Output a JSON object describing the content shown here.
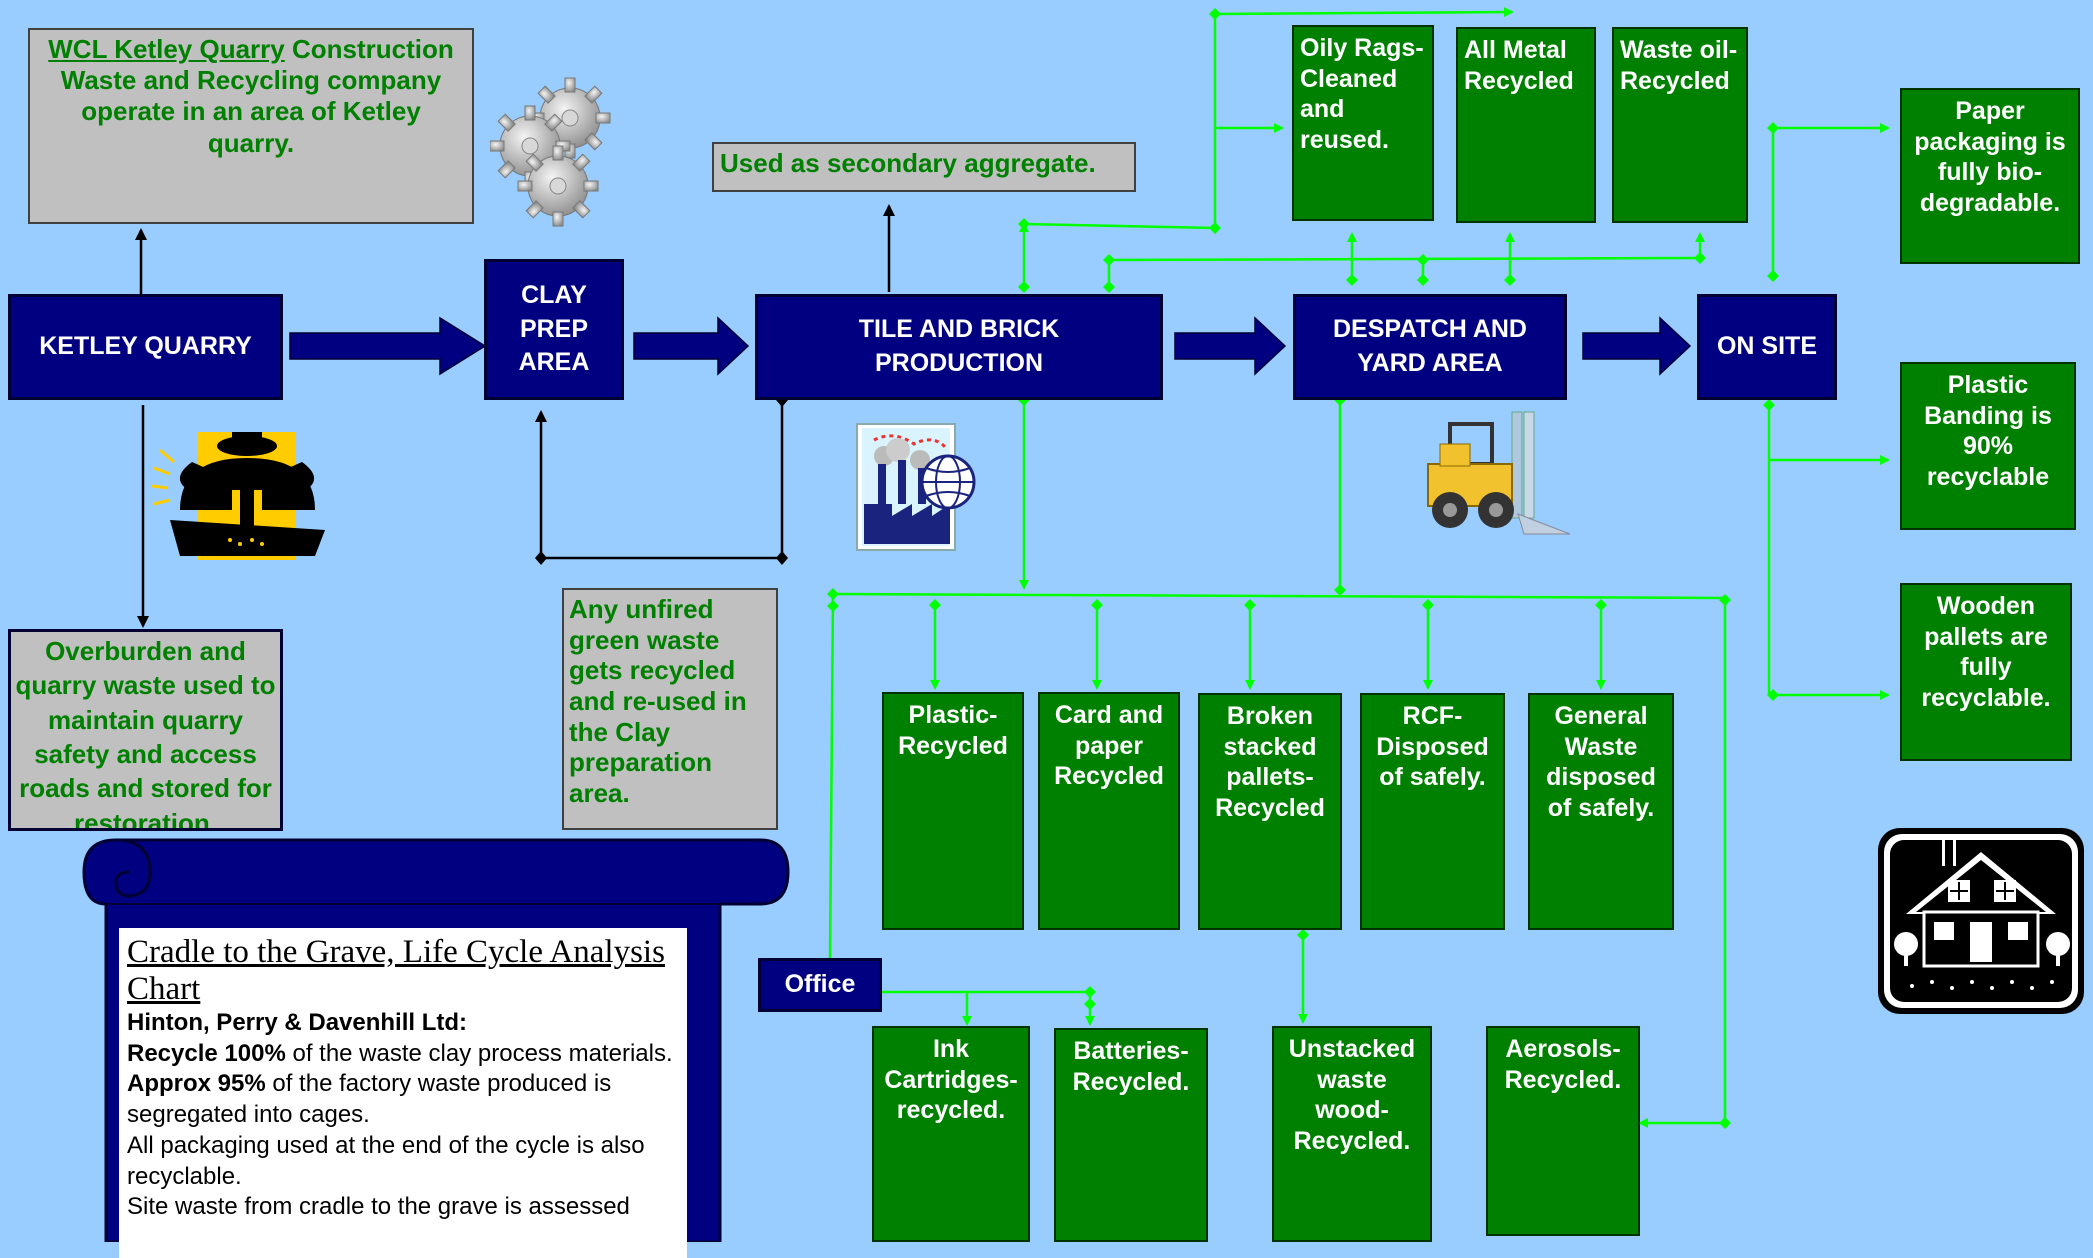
{
  "intro": {
    "company": "WCL Ketley Quarry",
    "text": " Construction Waste and Recycling company operate in an area of Ketley quarry."
  },
  "stages": {
    "ketley_quarry": "KETLEY QUARRY",
    "clay_prep": "CLAY PREP AREA",
    "tile_brick": "TILE AND BRICK PRODUCTION",
    "despatch": "DESPATCH AND YARD AREA",
    "on_site": "ON SITE",
    "office": "Office"
  },
  "notes": {
    "secondary_aggregate": "Used as secondary aggregate.",
    "overburden": "Overburden and quarry waste used to maintain quarry safety and access roads and stored for restoration.",
    "unfired": "Any unfired green waste gets recycled and re-used in the Clay preparation area."
  },
  "outcomes": {
    "oily_rags": "Oily Rags-Cleaned and reused.",
    "metal": "All Metal Recycled",
    "waste_oil": "Waste oil-Recycled",
    "paper_packaging": "Paper packaging is fully bio-degradable.",
    "plastic_banding": "Plastic Banding is 90% recyclable",
    "wooden_pallets": "Wooden pallets are fully recyclable.",
    "plastic": "Plastic-Recycled",
    "card_paper": "Card and paper Recycled",
    "broken_pallets": "Broken stacked pallets-Recycled",
    "rcf": "RCF-Disposed of safely.",
    "general_waste": "General Waste disposed of safely.",
    "ink": "Ink Cartridges-recycled.",
    "batteries": "Batteries-Recycled.",
    "unstacked_wood": "Unstacked waste wood-Recycled.",
    "aerosols": "Aerosols-Recycled."
  },
  "scroll": {
    "title": "Cradle to the Grave, Life Cycle Analysis Chart",
    "company": "Hinton, Perry & Davenhill Ltd:",
    "line1_bold": "Recycle 100%",
    "line1_rest": " of the waste clay process materials.",
    "line2_bold": "Approx 95%",
    "line2_rest": " of the factory waste produced is segregated into cages.",
    "line3": "All packaging used at the end of the cycle is also recyclable.",
    "line4": "Site waste from cradle to the grave is assessed"
  },
  "colors": {
    "background": "#99ccff",
    "navy": "#000080",
    "green": "#008000",
    "connector": "#00ff00",
    "gray": "#c0c0c0"
  },
  "icons": [
    "gears-icon",
    "worker-icon",
    "factory-globe-icon",
    "forklift-icon",
    "house-icon"
  ]
}
